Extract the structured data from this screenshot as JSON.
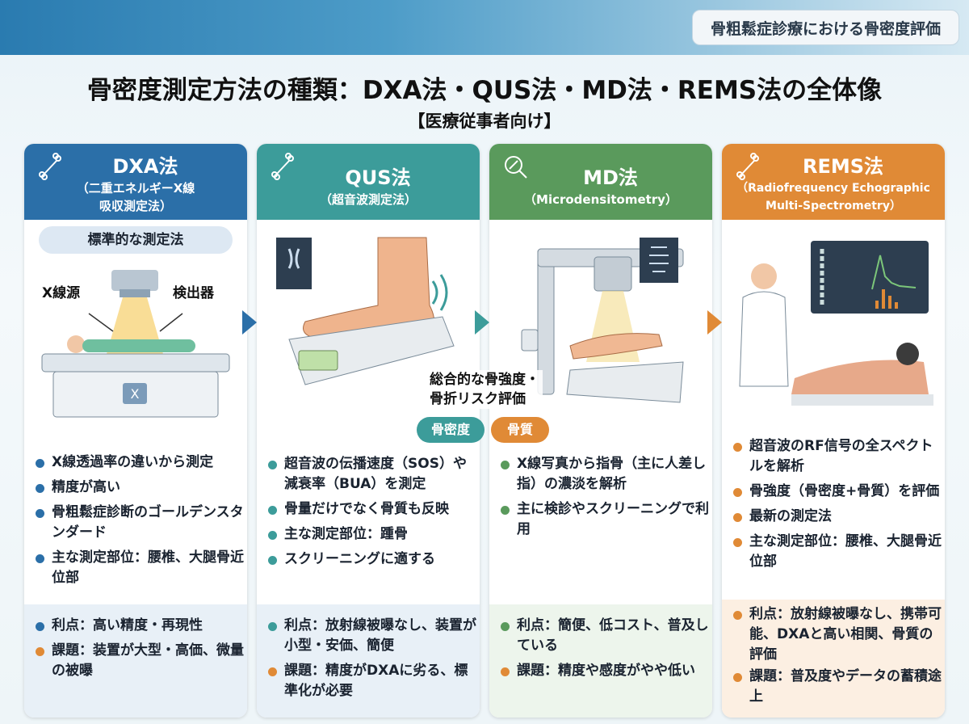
{
  "header": {
    "tag": "骨粗鬆症診療における骨密度評価",
    "title": "骨密度測定方法の種類：DXA法・QUS法・MD法・REMS法の全体像",
    "subtitle": "【医療従事者向け】"
  },
  "colors": {
    "dxa": "#2b6fa8",
    "qus": "#3c9c9a",
    "md": "#5a9a5c",
    "rems": "#e08a36"
  },
  "cards": {
    "dxa": {
      "name": "DXA法",
      "sub1": "（二重エネルギーX線",
      "sub2": "吸収測定法）",
      "pill": "標準的な測定法",
      "label_source": "X線源",
      "label_detector": "検出器",
      "bullets": [
        "X線透過率の違いから測定",
        "精度が高い",
        "骨粗鬆症診断のゴールデンスタンダード",
        "主な測定部位：腰椎、大腿骨近位部"
      ],
      "merit": "利点：高い精度・再現性",
      "issue": "課題：装置が大型・高価、微量の被曝"
    },
    "qus": {
      "name": "QUS法",
      "sub1": "（超音波測定法）",
      "bullets": [
        "超音波の伝播速度（SOS）や減衰率（BUA）を測定",
        "骨量だけでなく骨質も反映",
        "主な測定部位：踵骨",
        "スクリーニングに適する"
      ],
      "merit": "利点：放射線被曝なし、装置が小型・安価、簡便",
      "issue": "課題：精度がDXAに劣る、標準化が必要"
    },
    "md": {
      "name": "MD法",
      "sub1": "（Microdensitometry）",
      "bullets": [
        "X線写真から指骨（主に人差し指）の濃淡を解析",
        "主に検診やスクリーニングで利用"
      ],
      "merit": "利点：簡便、低コスト、普及している",
      "issue": "課題：精度や感度がやや低い"
    },
    "rems": {
      "name": "REMS法",
      "sub1": "（Radiofrequency Echographic",
      "sub2": "Multi-Spectrometry）",
      "bullets": [
        "超音波のRF信号の全スペクトルを解析",
        "骨強度（骨密度+骨質）を評価",
        "最新の測定法",
        "主な測定部位：腰椎、大腿骨近位部"
      ],
      "merit": "利点：放射線被曝なし、携帯可能、DXAと高い相関、骨質の評価",
      "issue": "課題：普及度やデータの蓄積途上"
    }
  },
  "middle": {
    "caption1": "総合的な骨強度・",
    "caption2": "骨折リスク評価",
    "badge_density": "骨密度",
    "badge_quality": "骨質"
  }
}
